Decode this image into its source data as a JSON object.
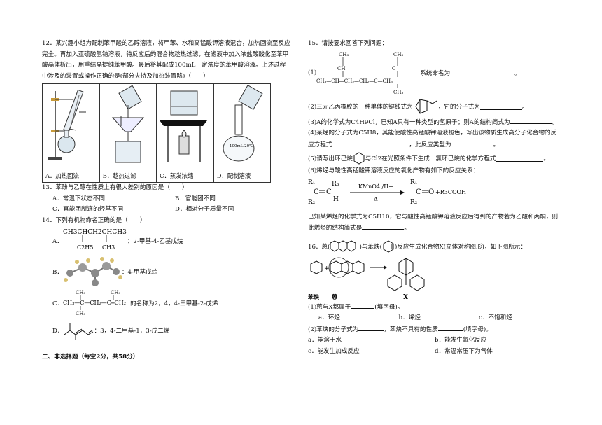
{
  "q12": {
    "line1": "12．某兴趣小组为配制苯甲酸的乙醇溶液，将甲苯、水和高锰酸钾溶液混合，加热回流至反应",
    "line2": "完全。再加入亚硫酸氢钠溶液，待反应后的混合物趁热过滤，在滤液中加入浓盐酸酸化至苯甲",
    "line3": "酸晶体析出，用重结晶提纯苯甲酸。最后将其配成100mL一定浓度的苯甲酸溶液。上述过程",
    "line4": "中涉及的装置或操作正确的是(部分夹持及加热装置略)（　　）",
    "options": [
      "A．加热回流",
      "B．趁热过滤",
      "C．蒸发浓缩",
      "D．配制溶液"
    ],
    "flask_label": "100mL 20℃"
  },
  "q13": {
    "stem": "13．苯酚与乙醇在性质上有很大差别的原因是（　　）",
    "options": [
      "A．常温下状态不同",
      "B．官能团不同",
      "C．官能团所连的烃基不同",
      "D．相对分子质量不同"
    ]
  },
  "q14": {
    "stem": "14．下列有机物命名正确的是（　　）",
    "a_label": "A．",
    "a_formula": "CH3CHCH2CHCH3",
    "a_sub1": "C2H5",
    "a_sub2": "CH3",
    "a_name": "：2-甲基-4-乙基戊烷",
    "b_label": "B．",
    "b_name": "：4-甲基戊烷",
    "c_label": "C．",
    "c_name": "的名称为2，4，4-三甲基-2-戊烯",
    "d_label": "D．",
    "d_name": "：3，4-二甲基-1，3-戊二烯"
  },
  "section2": "二、非选择题（每空2分，共58分）",
  "q15": {
    "stem": "15．请按要求回答下列问题：",
    "p1_label": "(1)",
    "p1_text": "系统命名为",
    "p2_text": "(2)三元乙丙橡胶的一种单体的键线式为",
    "p2_tail": "，它的分子式为",
    "p3_text": "(3)A的化学式为C4H9Cl，已知A只有一种类型的氢原子；则A的结构简式为",
    "p4_text": "(4)某烃的分子式为C5H8，其能使酸性高锰酸钾溶液褪色，写出该物质生成高分子化合物的反",
    "p4_line2": "应方程式",
    "p4_tail": "，此反应类型为",
    "p5_text": "(5)请写出环己烷",
    "p5_mid": "与Cl2在光照条件下生成一氯环己烷的化学方程式",
    "p6_text": "(6)烯烃与酸性高锰酸钾溶液反应的氧化产物有如下的反应关系：",
    "reagent": "KMnO4 /H+",
    "delta": "Δ",
    "product_tail": "+R3COOH",
    "p6_after1": "已知某烯烃的化学式为C5H10，它与酸性高锰酸钾溶液反应后得到的产物若为乙酸和丙酮，则",
    "p6_after2": "此烯烃的结构简式是"
  },
  "q16": {
    "stem_a": "16．蒽(",
    "stem_b": ")与苯炔(",
    "stem_c": ")反应生成化合物X(立体对称图形)，如下图所示：",
    "label_benzyne": "苯炔",
    "label_anthracene": "蒽",
    "label_x": "X",
    "p1": "(1)蒽与X都属于",
    "p1_tail": "(填字母)。",
    "p1_options": [
      "a．环烃",
      "b．烯烃",
      "c．不饱和烃"
    ],
    "p2": "(2)苯炔的分子式为",
    "p2_mid": "，苯炔不具有的性质",
    "p2_tail": "(填字母)。",
    "p2_options": [
      "a．能溶于水",
      "b．能发生氧化反应",
      "c．能发生加成反应",
      "d．常温常压下为气体"
    ]
  }
}
